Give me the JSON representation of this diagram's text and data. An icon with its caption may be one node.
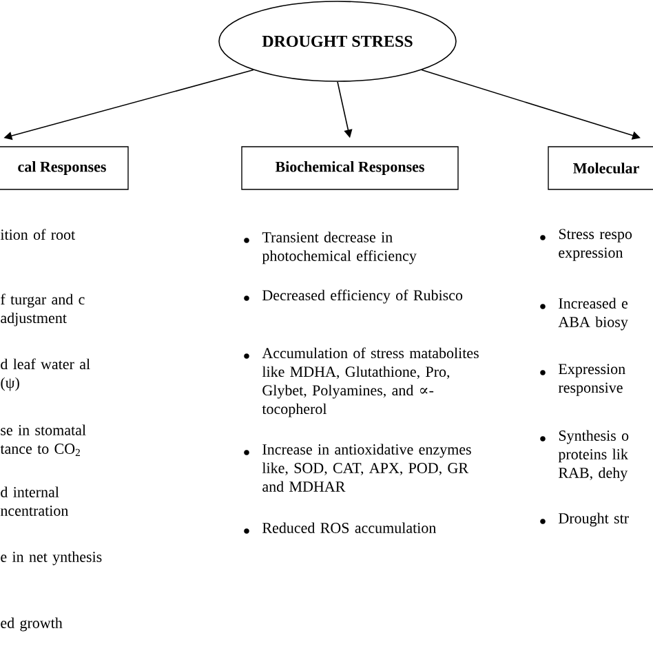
{
  "diagram": {
    "nodes": [
      {
        "text": [
          "DROUGHT STRESS"
        ]
      },
      {
        "text": [
          "cal Responses"
        ]
      },
      {
        "text": [
          "Biochemical Responses"
        ]
      },
      {
        "text": [
          "Molecular"
        ]
      }
    ],
    "edges": [
      {
        "from": 0,
        "to": 1,
        "arrow": "to"
      },
      {
        "from": 0,
        "to": 2,
        "arrow": "to"
      },
      {
        "from": 0,
        "to": 3,
        "arrow": "to"
      }
    ],
    "labels": [
      "ition of root",
      "f turgar and c adjustment",
      "d leaf water al (ψ)",
      "se in stomatal tance to CO$_{2}$",
      "d internal ncentration",
      "e in net ynthesis",
      "ed growth",
      "Transient decrease in photochemical efficiency",
      "Decreased efficiency of Rubisco",
      "Accumulation of stress matabolites like MDHA, Glutathione, Pro, Glybet, Polyamines, and ∝-tocopherol",
      "Increase in antioxidative enzymes like, SOD, CAT, APX, POD, GR and MDHAR",
      "Reduced ROS accumulation",
      "Stress respo expression",
      "Increased e ABA biosy",
      "Expression responsive",
      "Synthesis o proteins lik RAB, dehy",
      "Drought str"
    ]
  }
}
